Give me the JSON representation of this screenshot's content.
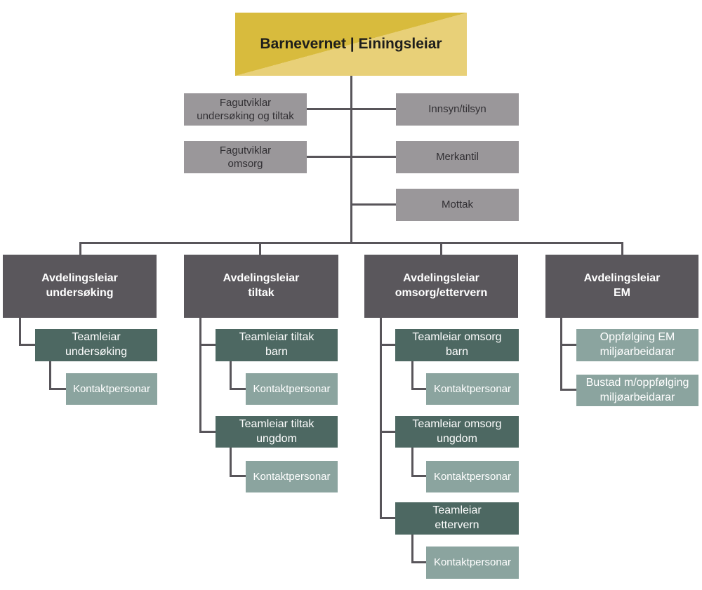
{
  "colors": {
    "background": "#ffffff",
    "root_dark": "#d8bb3d",
    "root_light": "#e8d078",
    "root_text": "#1e1e1c",
    "staff_bg": "#9a979a",
    "staff_text": "#323034",
    "dept_bg": "#5a575c",
    "team_bg": "#4d6862",
    "contact_bg": "#8ba49f",
    "node_text": "#ffffff",
    "line": "#58555a"
  },
  "root": {
    "lines": [
      "Barnevernet | Einingsleiar"
    ]
  },
  "staff_left": [
    {
      "lines": [
        "Fagutviklar",
        "undersøking og tiltak"
      ]
    },
    {
      "lines": [
        "Fagutviklar",
        "omsorg"
      ]
    }
  ],
  "staff_right": [
    {
      "lines": [
        "Innsyn/tilsyn"
      ]
    },
    {
      "lines": [
        "Merkantil"
      ]
    },
    {
      "lines": [
        "Mottak"
      ]
    }
  ],
  "departments": [
    {
      "lines": [
        "Avdelingsleiar",
        "undersøking"
      ]
    },
    {
      "lines": [
        "Avdelingsleiar",
        "tiltak"
      ]
    },
    {
      "lines": [
        "Avdelingsleiar",
        "omsorg/ettervern"
      ]
    },
    {
      "lines": [
        "Avdelingsleiar",
        "EM"
      ]
    }
  ],
  "teams": [
    {
      "lines": [
        "Teamleiar",
        "undersøking"
      ]
    },
    {
      "lines": [
        "Teamleiar tiltak",
        "barn"
      ]
    },
    {
      "lines": [
        "Teamleiar tiltak",
        "ungdom"
      ]
    },
    {
      "lines": [
        "Teamleiar omsorg",
        "barn"
      ]
    },
    {
      "lines": [
        "Teamleiar omsorg",
        "ungdom"
      ]
    },
    {
      "lines": [
        "Teamleiar",
        "ettervern"
      ]
    }
  ],
  "contact_label": "Kontaktpersonar",
  "em_units": [
    {
      "lines": [
        "Oppfølging EM",
        "miljøarbeidarar"
      ]
    },
    {
      "lines": [
        "Bustad m/oppfølging",
        "miljøarbeidarar"
      ]
    }
  ]
}
